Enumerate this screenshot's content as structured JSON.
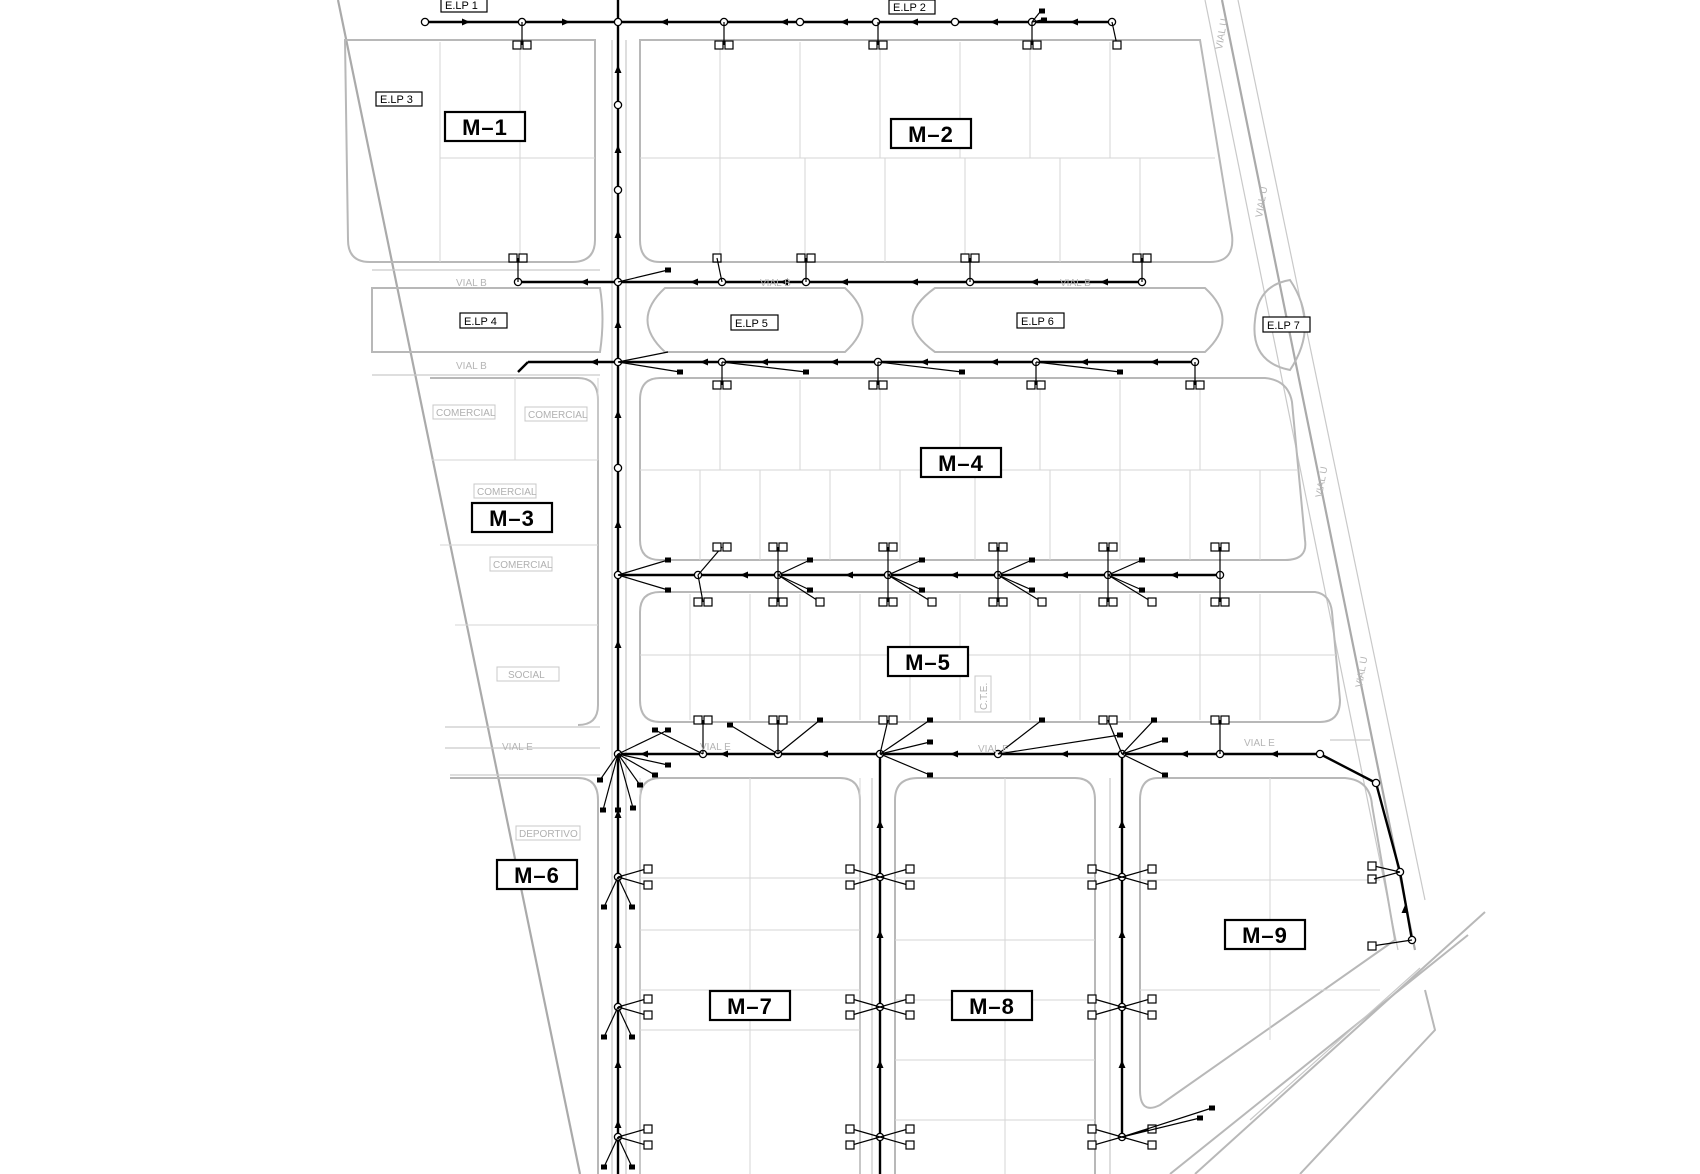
{
  "manzanas": [
    {
      "id": "m1",
      "label": "M–1"
    },
    {
      "id": "m2",
      "label": "M–2"
    },
    {
      "id": "m3",
      "label": "M–3"
    },
    {
      "id": "m4",
      "label": "M–4"
    },
    {
      "id": "m5",
      "label": "M–5"
    },
    {
      "id": "m6",
      "label": "M–6"
    },
    {
      "id": "m7",
      "label": "M–7"
    },
    {
      "id": "m8",
      "label": "M–8"
    },
    {
      "id": "m9",
      "label": "M–9"
    }
  ],
  "elp": [
    {
      "id": "elp1",
      "label": "E.LP 1"
    },
    {
      "id": "elp2",
      "label": "E.LP 2"
    },
    {
      "id": "elp3",
      "label": "E.LP 3"
    },
    {
      "id": "elp4",
      "label": "E.LP 4"
    },
    {
      "id": "elp5",
      "label": "E.LP 5"
    },
    {
      "id": "elp6",
      "label": "E.LP 6"
    },
    {
      "id": "elp7",
      "label": "E.LP 7"
    }
  ],
  "facilities": [
    {
      "id": "comercial1",
      "label": "COMERCIAL"
    },
    {
      "id": "comercial2",
      "label": "COMERCIAL"
    },
    {
      "id": "comercial3",
      "label": "COMERCIAL"
    },
    {
      "id": "comercial4",
      "label": "COMERCIAL"
    },
    {
      "id": "social",
      "label": "SOCIAL"
    },
    {
      "id": "deportivo",
      "label": "DEPORTIVO"
    },
    {
      "id": "cte",
      "label": "C.T.E."
    }
  ],
  "road_labels": {
    "vial_b": "VIAL B",
    "vial_e": "VIAL E",
    "vial_u": "VIAL U"
  }
}
